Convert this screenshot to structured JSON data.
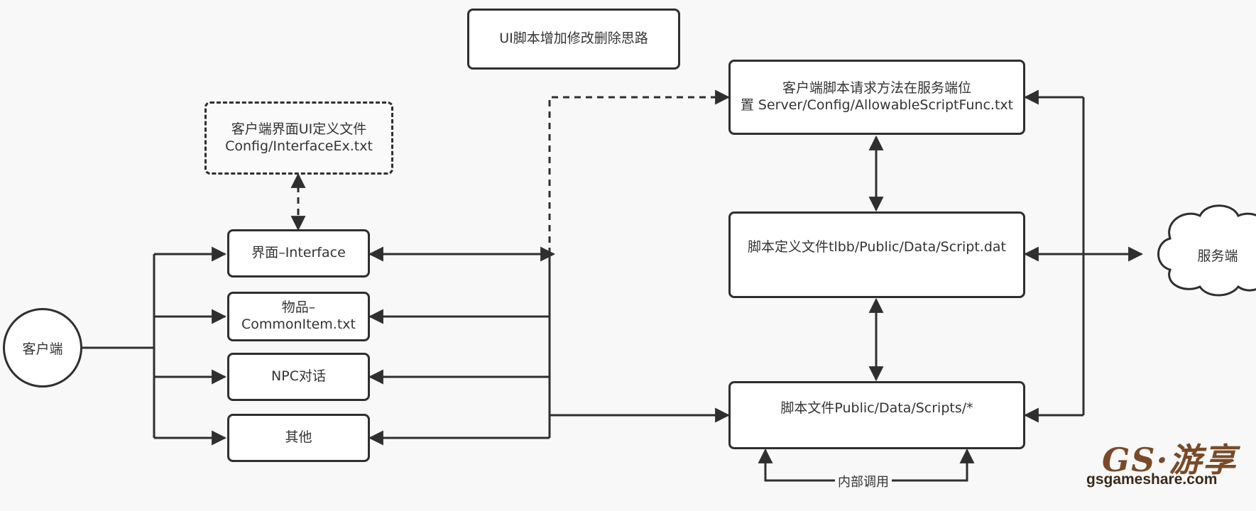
{
  "title": "UI脚本增加修改删除思路",
  "nodes": {
    "client": "客户端",
    "interface_def": {
      "line1": "客户端界面UI定义文件",
      "line2": "Config/InterfaceEx.txt"
    },
    "interface": "界面–Interface",
    "item": {
      "line1": "物品–",
      "line2": "CommonItem.txt"
    },
    "npc": "NPC对话",
    "other": "其他",
    "allowable": {
      "line1": "客户端脚本请求方法在服务端位",
      "line2": "置 Server/Config/AllowableScriptFunc.txt"
    },
    "script_def": "脚本定义文件tlbb/Public/Data/Script.dat",
    "scripts": "脚本文件Public/Data/Scripts/*",
    "server": "服务端"
  },
  "edge_labels": {
    "internal_call": "内部调用"
  },
  "logo": {
    "main": "GS·游享",
    "sub": "gsgameshare.com"
  },
  "colors": {
    "stroke": "#2f2f2f",
    "background": "#f8f8f8",
    "logo": "#7a4a28"
  }
}
